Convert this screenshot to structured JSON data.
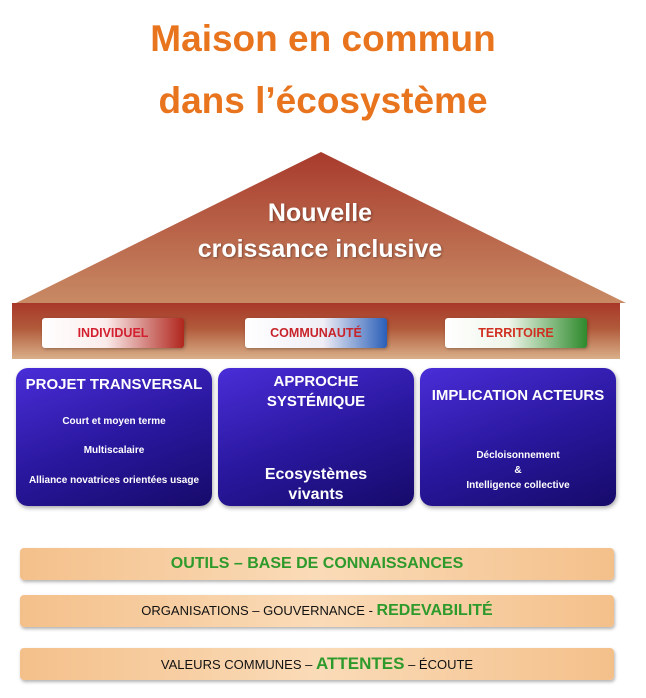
{
  "title": {
    "line1": "Maison en commun",
    "line2": "dans l’écosystème"
  },
  "roof": {
    "line1": "Nouvelle",
    "line2": "croissance inclusive"
  },
  "tags": [
    "INDIVIDUEL",
    "COMMUNAUTÉ",
    "TERRITOIRE"
  ],
  "pillars": [
    {
      "heading": "PROJET TRANSVERSAL",
      "items": [
        "Court et moyen terme",
        "Multiscalaire",
        "Alliance novatrices orientées usage"
      ]
    },
    {
      "heading_line1": "APPROCHE",
      "heading_line2": "SYSTÉMIQUE",
      "bottom_line1": "Ecosystèmes",
      "bottom_line2": "vivants"
    },
    {
      "heading": "IMPLICATION ACTEURS",
      "item1": "Décloisonnement",
      "item2": "&",
      "item3": "Intelligence collective"
    }
  ],
  "bars": [
    {
      "text": "OUTILS – BASE DE CONNAISSANCES"
    },
    {
      "before": "ORGANISATIONS – GOUVERNANCE - ",
      "highlight": "REDEVABILITÉ"
    },
    {
      "before": "VALEURS COMMUNES – ",
      "highlight": "ATTENTES",
      "after": " – ÉCOUTE"
    }
  ]
}
